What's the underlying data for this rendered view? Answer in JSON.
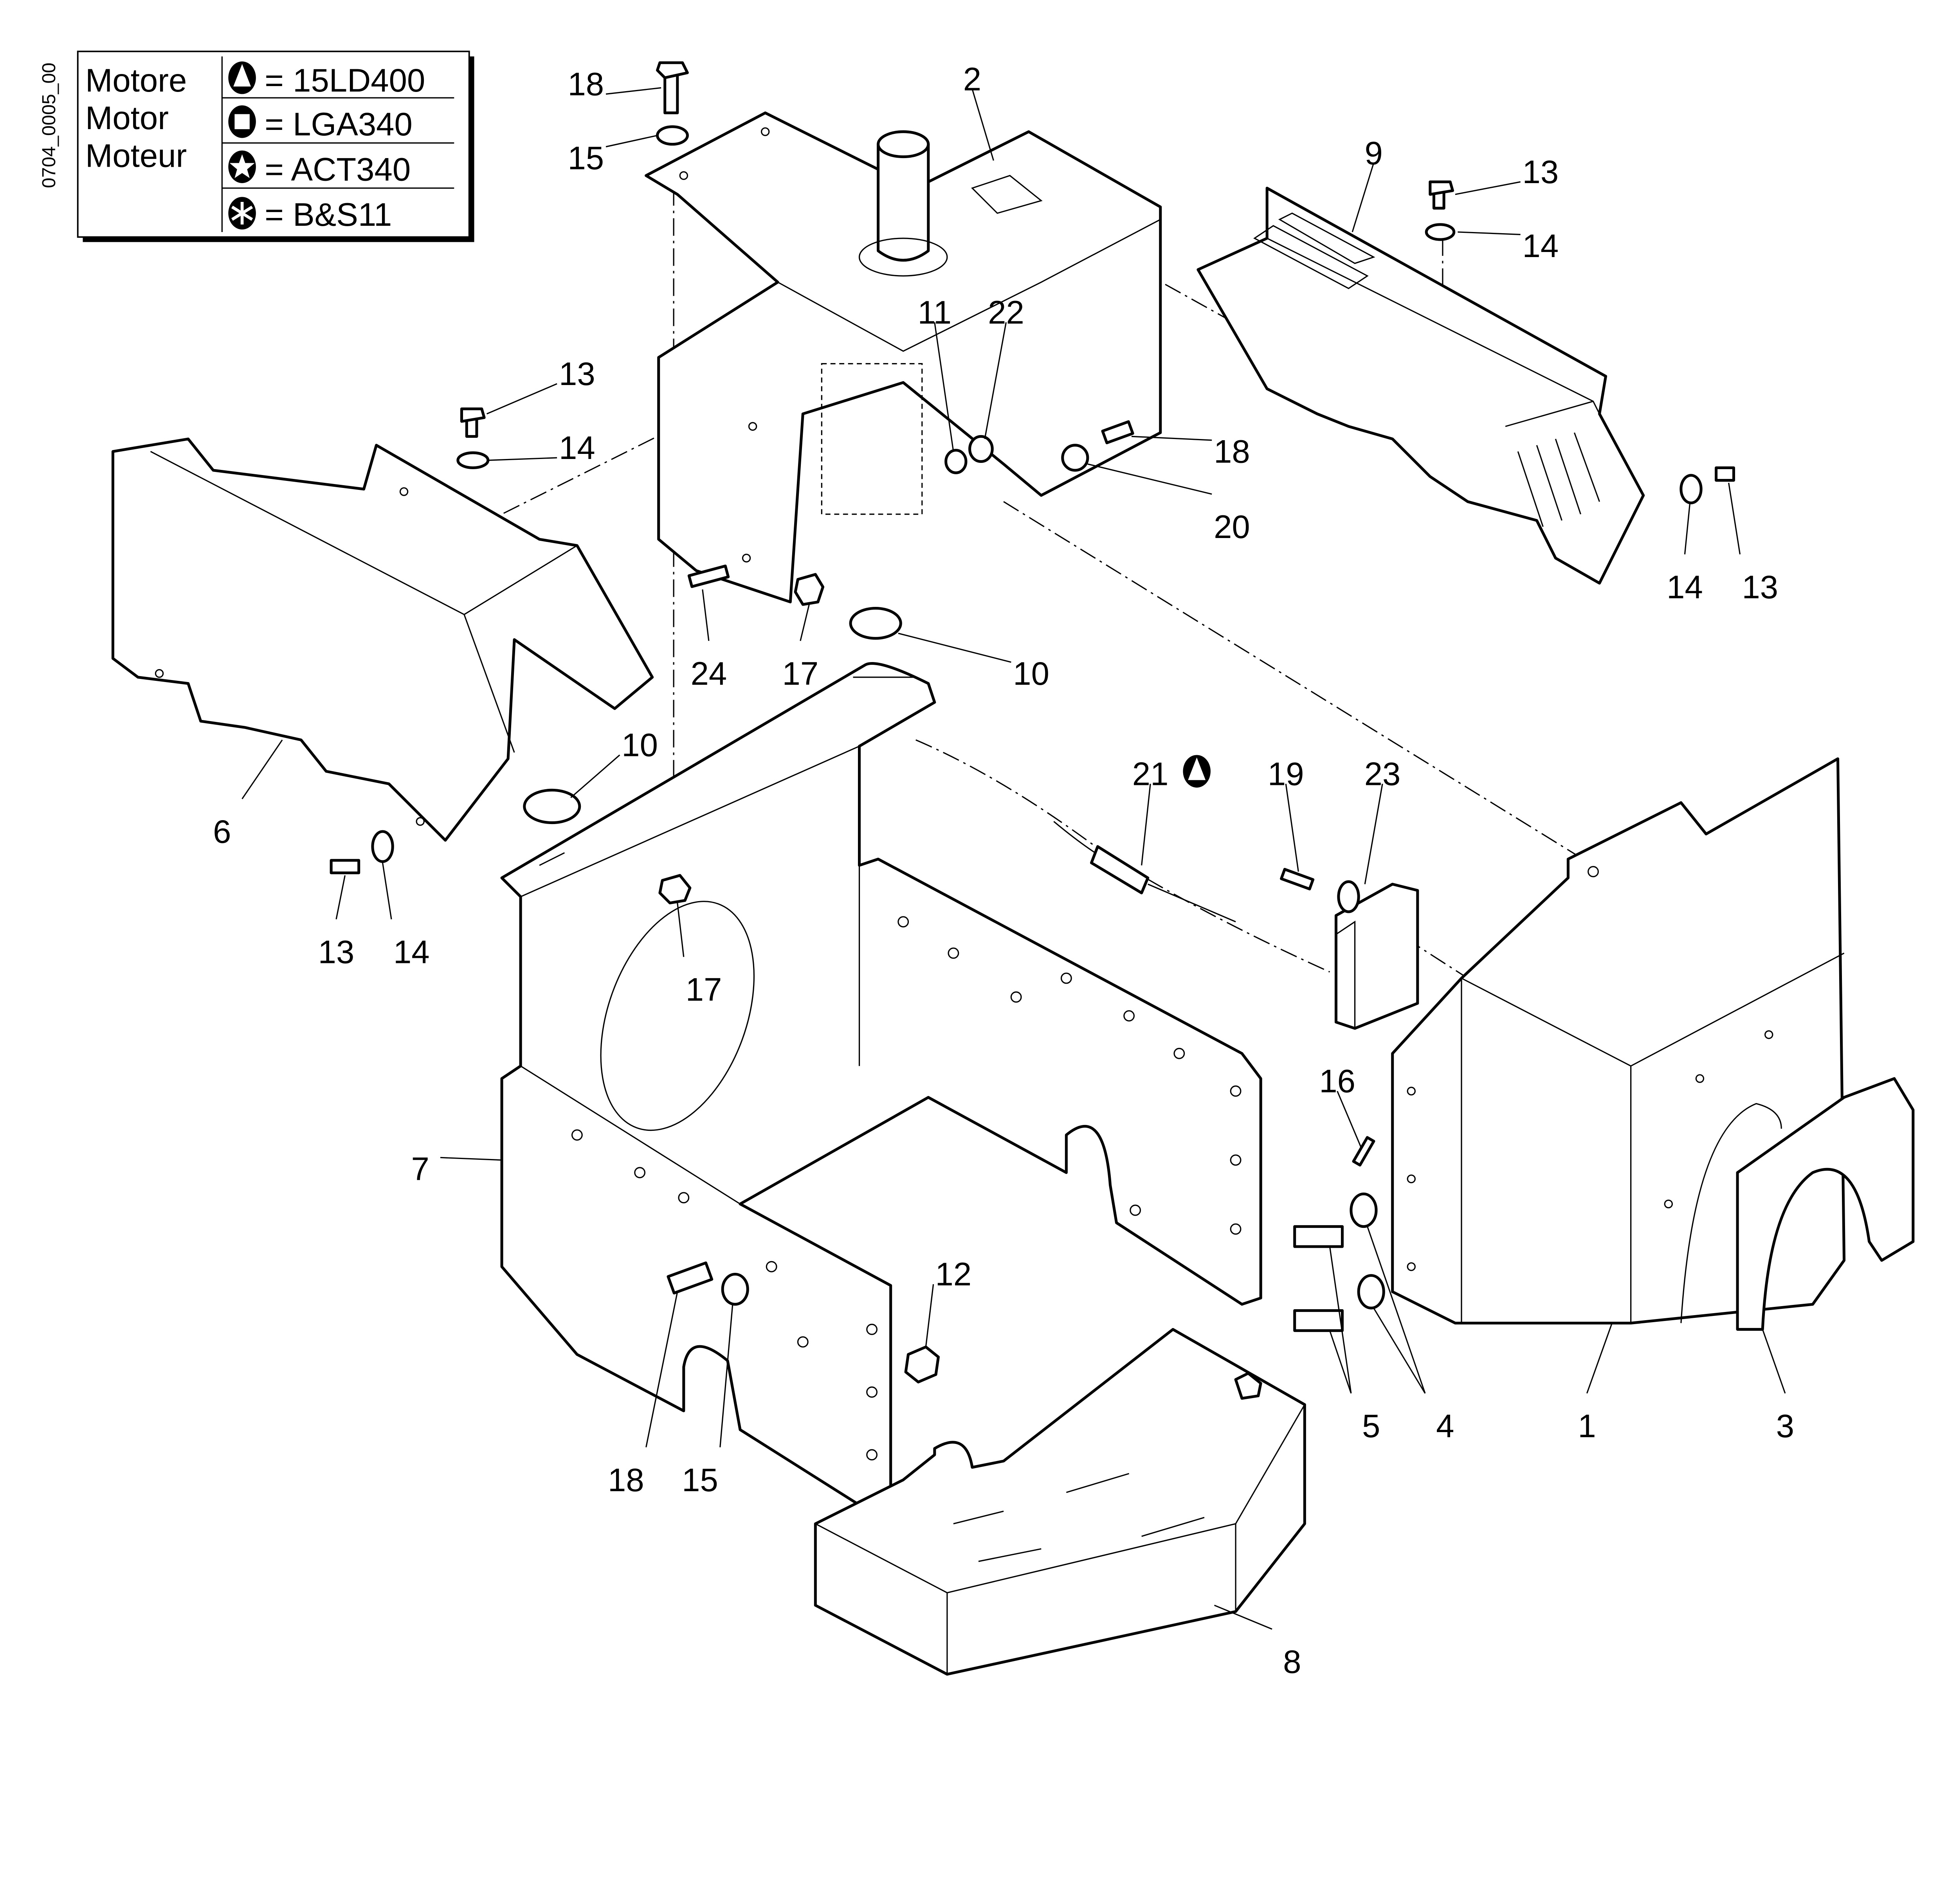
{
  "drawing_code": "0704_0005_00",
  "legend": {
    "heading": [
      "Motore",
      "Motor",
      "Moteur"
    ],
    "entries": [
      {
        "symbol": "triangle-in-circle",
        "text": "= 15LD400"
      },
      {
        "symbol": "square-in-circle",
        "text": "= LGA340"
      },
      {
        "symbol": "star-in-circle",
        "text": "= ACT340"
      },
      {
        "symbol": "asterisk-in-circle",
        "text": "= B&S11"
      }
    ]
  },
  "callouts": [
    "18",
    "15",
    "2",
    "9",
    "13",
    "14",
    "13",
    "14",
    "11",
    "22",
    "18",
    "20",
    "14",
    "13",
    "24",
    "17",
    "10",
    "10",
    "6",
    "13",
    "14",
    "17",
    "21",
    "19",
    "23",
    "16",
    "7",
    "12",
    "18",
    "15",
    "5",
    "4",
    "1",
    "3",
    "8"
  ],
  "callout_21_symbol": "triangle-in-circle"
}
